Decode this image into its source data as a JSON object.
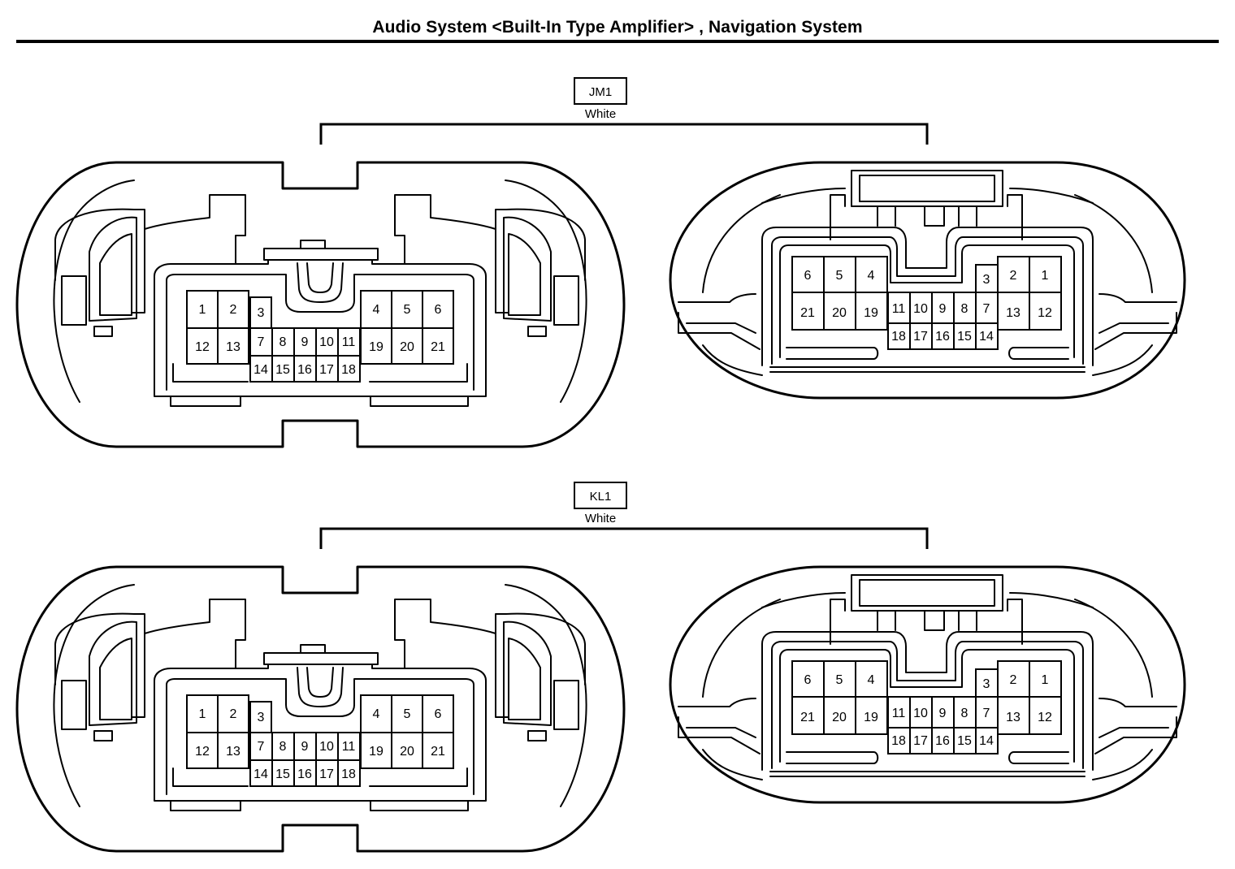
{
  "header": {
    "title": "Audio System <Built-In Type Amplifier> , Navigation System"
  },
  "connectors": [
    {
      "code": "JM1",
      "color_label": "White"
    },
    {
      "code": "KL1",
      "color_label": "White"
    }
  ],
  "pins": {
    "left_upper": [
      "1",
      "2",
      "4",
      "5",
      "6"
    ],
    "left_middle": [
      "12",
      "13",
      "7",
      "8",
      "9",
      "10",
      "11",
      "19",
      "20",
      "21"
    ],
    "left_lower": [
      "14",
      "15",
      "16",
      "17",
      "18"
    ],
    "left_small": "3",
    "right_upper": [
      "6",
      "5",
      "4",
      "2",
      "1"
    ],
    "right_middle": [
      "21",
      "20",
      "19",
      "11",
      "10",
      "9",
      "8",
      "7",
      "13",
      "12"
    ],
    "right_lower": [
      "18",
      "17",
      "16",
      "15",
      "14"
    ],
    "right_small": "3"
  },
  "colors": {
    "line": "#000000",
    "background": "#ffffff"
  }
}
